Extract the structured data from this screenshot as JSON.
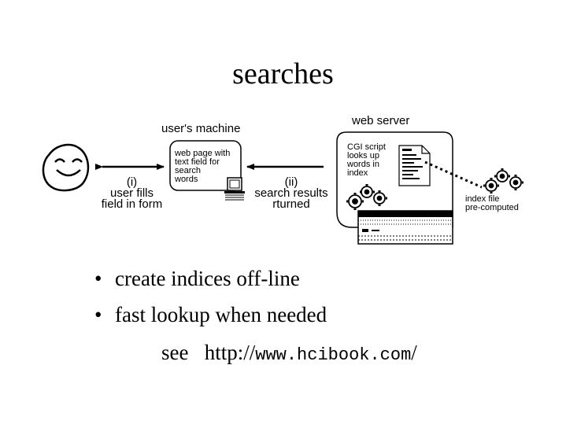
{
  "title": "searches",
  "diagram": {
    "users_machine_label": "user's machine",
    "web_server_label": "web server",
    "web_page_box": [
      "web page with",
      "text field for",
      "search",
      "words"
    ],
    "arrow_i": {
      "num": "(i)",
      "lines": [
        "user fills",
        "field in form"
      ]
    },
    "arrow_ii": {
      "num": "(ii)",
      "lines": [
        "search results",
        "rturned"
      ]
    },
    "cgi_script": [
      "CGI script",
      "looks up",
      "words in",
      "index"
    ],
    "index_file": [
      "index file",
      "pre-computed"
    ]
  },
  "bullets": [
    "create indices off-line",
    "fast lookup when needed"
  ],
  "see": {
    "prefix": "see",
    "url_lead": "http://",
    "url_body": "www.hcibook.com",
    "url_tail": "/"
  }
}
